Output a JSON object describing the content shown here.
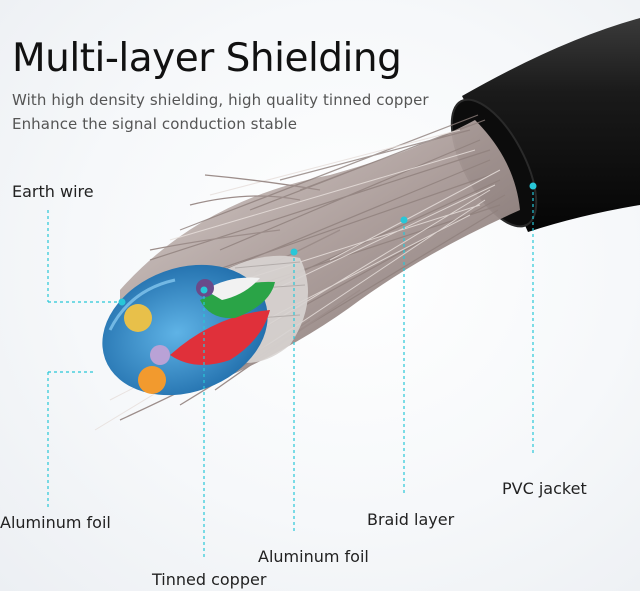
{
  "header": {
    "title": "Multi-layer Shielding",
    "subtitle_line1": "With high density shielding, high quality tinned copper",
    "subtitle_line2": "Enhance the signal conduction stable"
  },
  "labels": {
    "earth_wire": "Earth wire",
    "aluminum_foil_left": "Aluminum foil",
    "tinned_copper": "Tinned copper",
    "aluminum_foil_center": "Aluminum foil",
    "braid_layer": "Braid layer",
    "pvc_jacket": "PVC jacket"
  },
  "colors": {
    "leader_line": "#28c7d8",
    "jacket": "#141414",
    "braid": "#b7a9a6",
    "inner_blue": "#2f86c6",
    "wire_red": "#e0303a",
    "wire_green": "#2aa447",
    "wire_orange": "#f29a2e"
  }
}
